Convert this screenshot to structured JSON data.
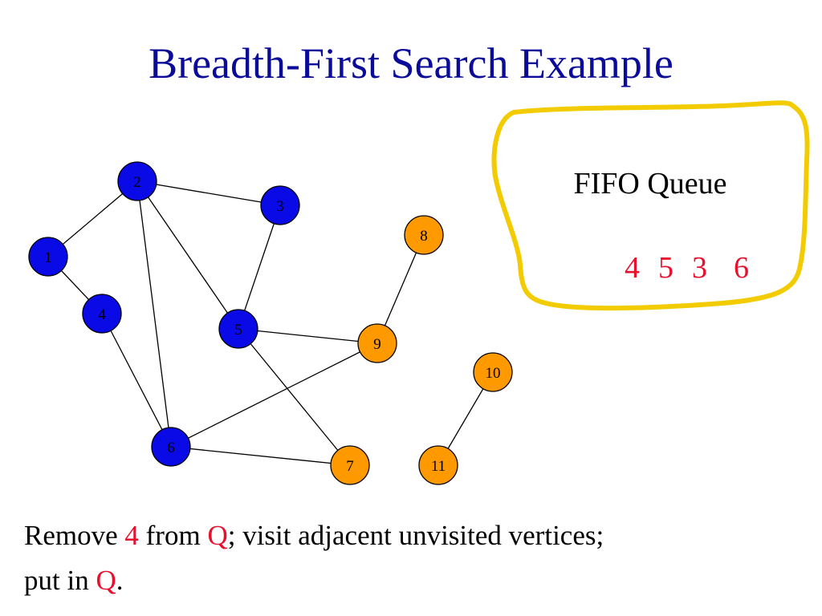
{
  "slide": {
    "title": "Breadth-First Search Example"
  },
  "queue": {
    "title": "FIFO Queue",
    "items": [
      "4",
      "5",
      "3",
      "6"
    ]
  },
  "caption": {
    "line1_prefix": "Remove ",
    "line1_removed": "4",
    "line1_mid": " from ",
    "line1_queue": "Q",
    "line1_suffix": "; visit adjacent unvisited vertices;",
    "line2_prefix": "put in ",
    "line2_queue": "Q",
    "line2_suffix": "."
  },
  "graph": {
    "colors": {
      "visited": "#0a0ae6",
      "unvisited": "#ff9900",
      "edge": "#000000",
      "queue_border": "#f2cc00",
      "accent": "#e8102c",
      "title": "#0b0b9a"
    },
    "nodes": [
      {
        "id": "1",
        "state": "visited"
      },
      {
        "id": "2",
        "state": "visited"
      },
      {
        "id": "3",
        "state": "visited"
      },
      {
        "id": "4",
        "state": "visited"
      },
      {
        "id": "5",
        "state": "visited"
      },
      {
        "id": "6",
        "state": "visited"
      },
      {
        "id": "7",
        "state": "unvisited"
      },
      {
        "id": "8",
        "state": "unvisited"
      },
      {
        "id": "9",
        "state": "unvisited"
      },
      {
        "id": "10",
        "state": "unvisited"
      },
      {
        "id": "11",
        "state": "unvisited"
      }
    ],
    "edges": [
      [
        "1",
        "2"
      ],
      [
        "1",
        "4"
      ],
      [
        "2",
        "3"
      ],
      [
        "2",
        "5"
      ],
      [
        "2",
        "6"
      ],
      [
        "3",
        "5"
      ],
      [
        "4",
        "6"
      ],
      [
        "5",
        "9"
      ],
      [
        "5",
        "7"
      ],
      [
        "6",
        "9"
      ],
      [
        "6",
        "7"
      ],
      [
        "8",
        "9"
      ],
      [
        "10",
        "11"
      ]
    ]
  }
}
